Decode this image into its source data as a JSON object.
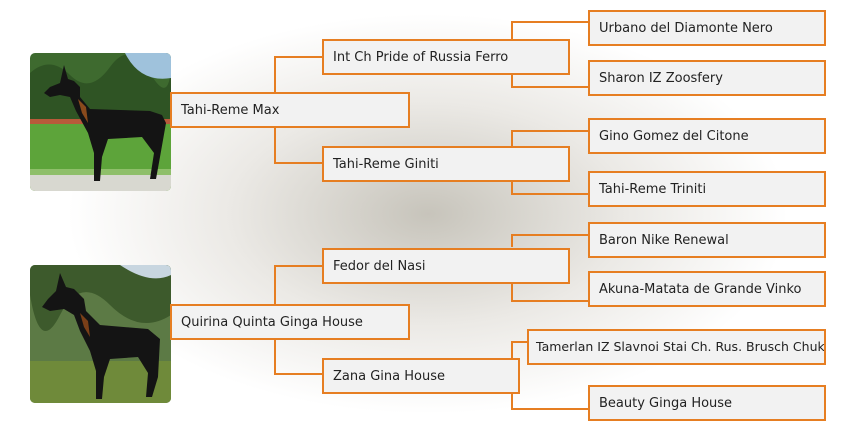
{
  "pedigree": {
    "line_color": "#e67e22",
    "box_color": "#f2f2f2",
    "sire": {
      "name": "Tahi-Reme Max",
      "photo": "doberman-standing-grass",
      "sire": {
        "name": "Int Ch Pride of Russia Ferro",
        "sire": {
          "name": "Urbano del Diamonte Nero"
        },
        "dam": {
          "name": "Sharon IZ Zoosfery"
        }
      },
      "dam": {
        "name": "Tahi-Reme Giniti",
        "sire": {
          "name": "Gino Gomez del Citone"
        },
        "dam": {
          "name": "Tahi-Reme Triniti"
        }
      }
    },
    "dam": {
      "name": "Quirina Quinta Ginga House",
      "photo": "doberman-standing-trees",
      "sire": {
        "name": "Fedor del Nasi",
        "sire": {
          "name": "Baron Nike Renewal"
        },
        "dam": {
          "name": "Akuna-Matata de Grande Vinko"
        }
      },
      "dam": {
        "name": "Zana Gina House",
        "sire": {
          "name": "Tamerlan IZ Slavnoi Stai Ch. Rus. Brusch Chukr"
        },
        "dam": {
          "name": "Beauty Ginga House"
        }
      }
    }
  }
}
